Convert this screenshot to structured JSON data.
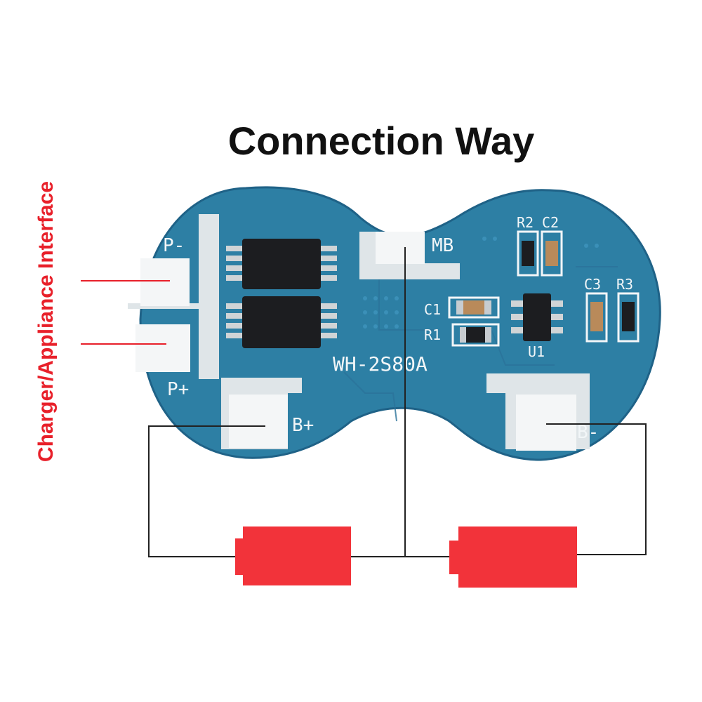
{
  "title": "Connection Way",
  "side_label": "Charger/Appliance Interface",
  "board": {
    "model": "WH-2S80A",
    "pads": {
      "p_minus": "P-",
      "p_plus": "P+",
      "b_plus": "B+",
      "b_minus": "B-",
      "mb": "MB"
    },
    "components": {
      "r2": "R2",
      "c2": "C2",
      "c3": "C3",
      "r3": "R3",
      "c1": "C1",
      "r1": "R1",
      "u1": "U1"
    }
  },
  "colors": {
    "board": "#2d7fa4",
    "board_edge": "#1f6287",
    "pad": "#f4f6f7",
    "battery": "#f2333a",
    "callout": "#e8202a",
    "wire": "#222222"
  }
}
